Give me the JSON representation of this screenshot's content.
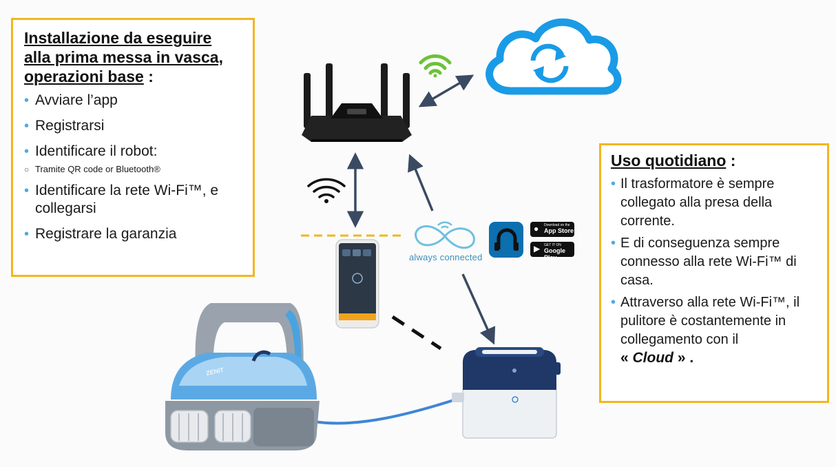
{
  "left_box": {
    "title_lines": [
      "Installazione da eseguire",
      "alla prima messa in vasca,",
      "operazioni base"
    ],
    "title_suffix": " :",
    "items": [
      {
        "text": "Avviare l’app"
      },
      {
        "text": "Registrarsi"
      },
      {
        "text": "Identificare il robot:"
      },
      {
        "text": "Tramite QR code or Bluetooth®",
        "sub": true
      },
      {
        "text": "Identificare la rete Wi-Fi™, e collegarsi"
      },
      {
        "text": "Registrare la garanzia"
      }
    ]
  },
  "right_box": {
    "title": "Uso quotidiano",
    "title_suffix": " :",
    "items": [
      "Il trasformatore è sempre collegato alla presa della corrente.",
      "E di conseguenza sempre connesso alla rete Wi-Fi™ di casa.",
      "Attraverso alla rete Wi-Fi™, il pulitore è costantemente in collegamento con il"
    ],
    "cloud_open": "« ",
    "cloud_word": "Cloud",
    "cloud_close": " » ."
  },
  "logo": {
    "always_connected": "always connected"
  },
  "badges": {
    "app_store_small": "Download on the",
    "app_store_big": "App Store",
    "google_small": "GET IT ON",
    "google_big": "Google Play"
  },
  "robot_brand": "ZENIT",
  "colors": {
    "frame": "#f2b61c",
    "bullet": "#4fa9e0",
    "cloud": "#1a9be6",
    "arrow": "#3b4a63",
    "wifi_green": "#6cc23a",
    "dashed_orange": "#f2b61c",
    "cable": "#3f86d6"
  },
  "icons": [
    "cloud-sync-icon",
    "router-icon",
    "wifi-icon",
    "phone-icon",
    "robot-icon",
    "power-supply-icon",
    "app-icon",
    "apple-icon",
    "play-icon"
  ]
}
